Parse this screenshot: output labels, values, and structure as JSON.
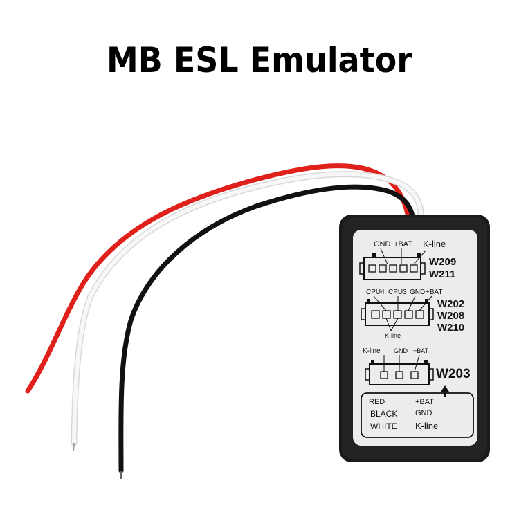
{
  "title": "MB ESL Emulator",
  "device": {
    "body_color": "#1a1a1a",
    "label_color": "#eeeeee",
    "connectors": [
      {
        "pins": [
          "GND",
          "+BAT",
          "K-line"
        ],
        "models": [
          "W209",
          "W211"
        ]
      },
      {
        "pins": [
          "CPU4",
          "CPU3",
          "GND",
          "+BAT"
        ],
        "bottom_pin": "K-line",
        "models": [
          "W202",
          "W208",
          "W210"
        ]
      },
      {
        "pins": [
          "K-line",
          "GND",
          "+BAT"
        ],
        "models": [
          "W203"
        ]
      }
    ],
    "wire_legend": [
      {
        "color": "RED",
        "signal": "+BAT"
      },
      {
        "color": "BLACK",
        "signal": "GND"
      },
      {
        "color": "WHITE",
        "signal": "K-line"
      }
    ]
  },
  "wires": [
    {
      "name": "red",
      "color": "#e0211b"
    },
    {
      "name": "white",
      "color": "#f4f4f4"
    },
    {
      "name": "black",
      "color": "#111111"
    }
  ]
}
